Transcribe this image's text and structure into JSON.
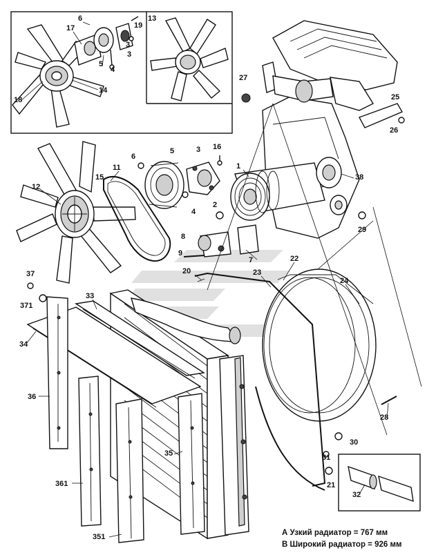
{
  "callouts": {
    "c1": "1",
    "c2": "2",
    "c3a": "3",
    "c3b": "3",
    "c4a": "4",
    "c4b": "4",
    "c5a": "5",
    "c5b": "5",
    "c6a": "6",
    "c6b": "6",
    "c7": "7",
    "c8": "8",
    "c9": "9",
    "c11": "11",
    "c12": "12",
    "c13": "13",
    "c14": "14",
    "c15": "15",
    "c16": "16",
    "c17": "17",
    "c18": "18",
    "c19": "19",
    "c20": "20",
    "c21": "21",
    "c22": "22",
    "c23": "23",
    "c24": "24",
    "c25": "25",
    "c26": "26",
    "c27": "27",
    "c28": "28",
    "c29": "29",
    "c30": "30",
    "c31": "31",
    "c32": "32",
    "c33": "33",
    "c34": "34",
    "c35": "35",
    "c36": "36",
    "c37": "37",
    "c38": "38",
    "c351": "351",
    "c361": "361",
    "c371": "371"
  },
  "notes": {
    "narrow": "А Узкий радиатор = 767 мм",
    "wide": "В Широкий радиатор = 926 мм"
  },
  "colors": {
    "line": "#111111",
    "watermark": "#c8c8c8",
    "background": "#ffffff"
  }
}
